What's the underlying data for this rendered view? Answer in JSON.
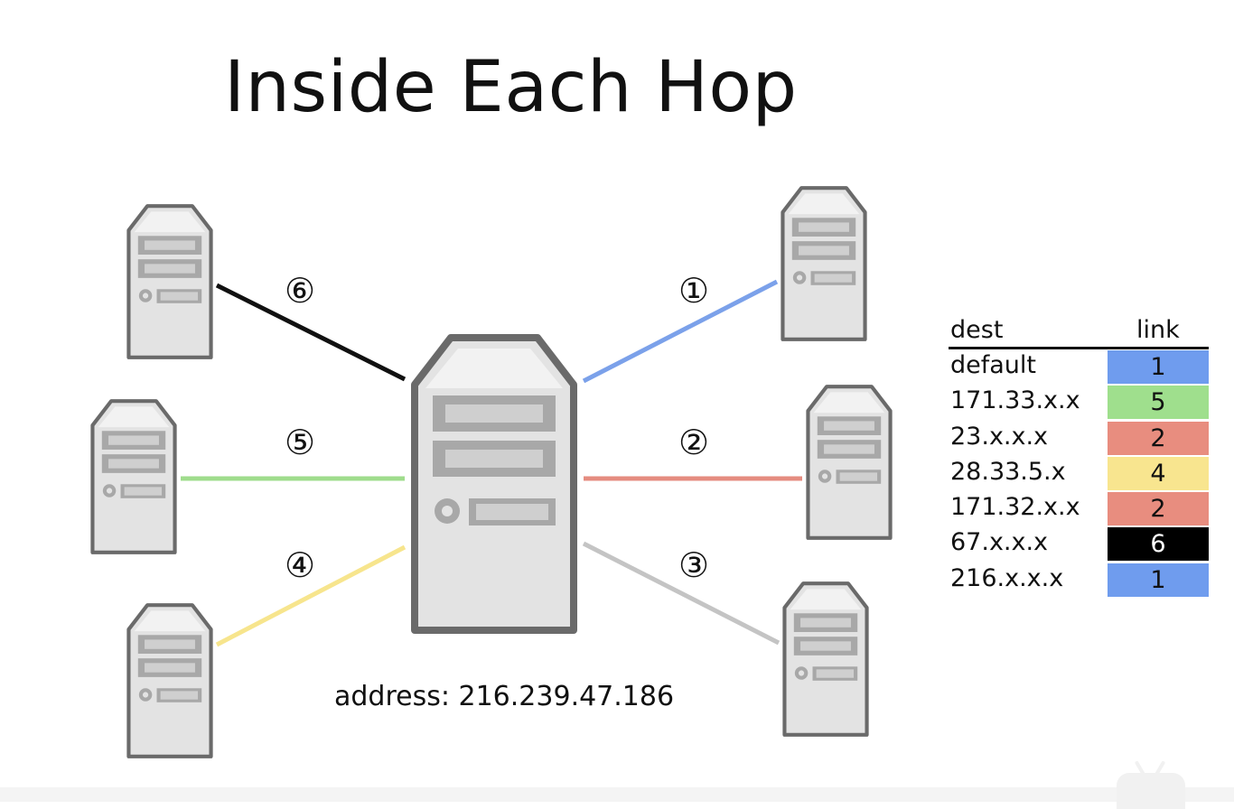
{
  "slide": {
    "title": "Inside Each Hop",
    "address_text": "address: 216.239.47.186"
  },
  "links": [
    {
      "id": 1,
      "label": "①",
      "color": "#7ba1ea"
    },
    {
      "id": 2,
      "label": "②",
      "color": "#e58c80"
    },
    {
      "id": 3,
      "label": "③",
      "color": "#c4c4c4"
    },
    {
      "id": 4,
      "label": "④",
      "color": "#f7e58d"
    },
    {
      "id": 5,
      "label": "⑤",
      "color": "#9fdc8c"
    },
    {
      "id": 6,
      "label": "⑥",
      "color": "#111111"
    }
  ],
  "routing_table": {
    "headers": {
      "dest": "dest",
      "link": "link"
    },
    "rows": [
      {
        "dest": "default",
        "link": "1",
        "color": "#6f9cee",
        "text_color": "#111111"
      },
      {
        "dest": "171.33.x.x",
        "link": "5",
        "color": "#9fdf8d",
        "text_color": "#111111"
      },
      {
        "dest": "23.x.x.x",
        "link": "2",
        "color": "#e88d7f",
        "text_color": "#111111"
      },
      {
        "dest": "28.33.5.x",
        "link": "4",
        "color": "#f8e58f",
        "text_color": "#111111"
      },
      {
        "dest": "171.32.x.x",
        "link": "2",
        "color": "#e88d7f",
        "text_color": "#111111"
      },
      {
        "dest": "67.x.x.x",
        "link": "6",
        "color": "#000000",
        "text_color": "#ffffff"
      },
      {
        "dest": "216.x.x.x",
        "link": "1",
        "color": "#6f9cee",
        "text_color": "#111111"
      }
    ]
  },
  "icons": {
    "router": "server-tower-icon",
    "host": "server-tower-icon"
  }
}
